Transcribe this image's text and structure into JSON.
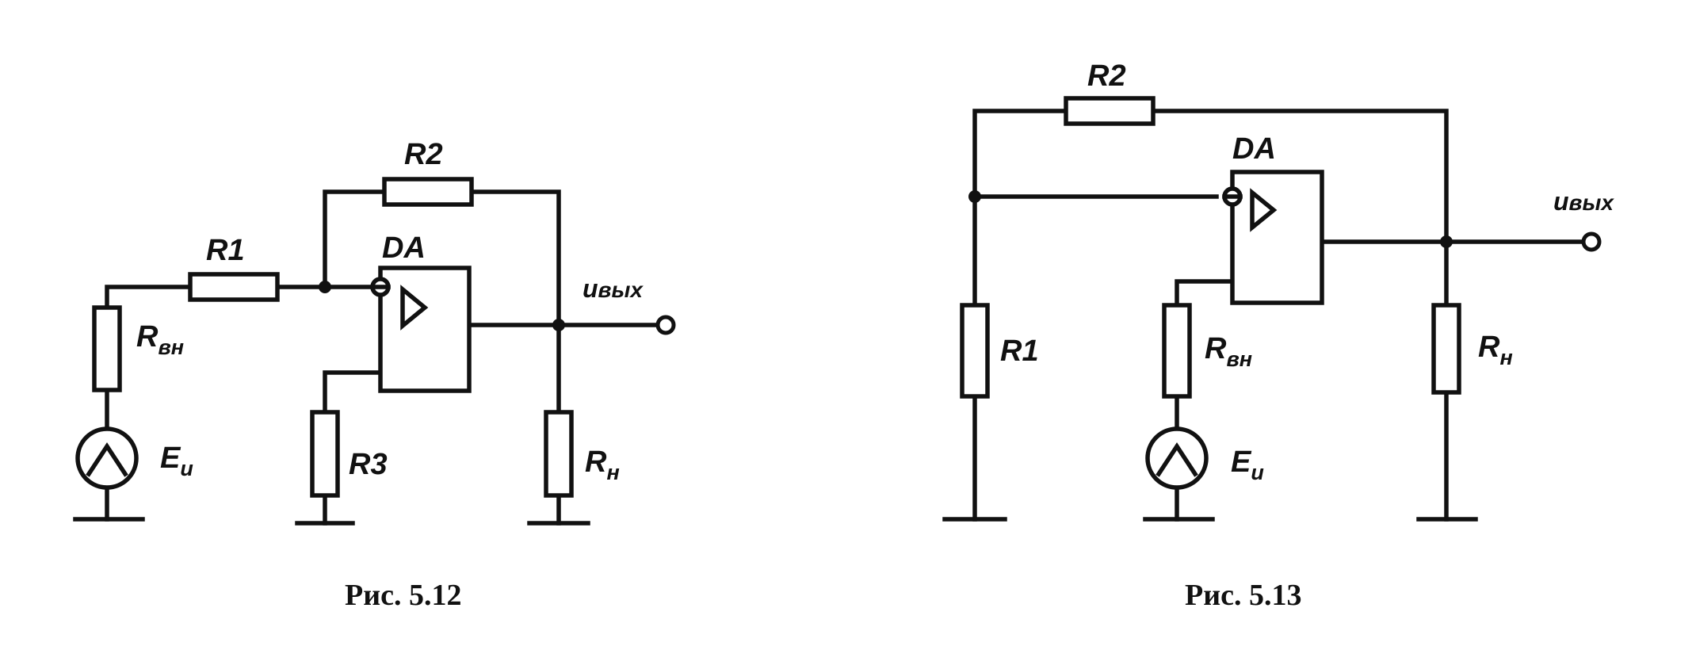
{
  "figures": [
    {
      "caption": "Рис. 5.12",
      "labels": {
        "r1": "R1",
        "r2": "R2",
        "r3": "R3",
        "rvn_main": "R",
        "rvn_sub": "вн",
        "rn_main": "R",
        "rn_sub": "н",
        "amp": "DA",
        "uout_main": "u",
        "uout_sub": "вых",
        "ei_main": "E",
        "ei_sub": "и"
      }
    },
    {
      "caption": "Рис. 5.13",
      "labels": {
        "r1": "R1",
        "r2": "R2",
        "rvn_main": "R",
        "rvn_sub": "вн",
        "rn_main": "R",
        "rn_sub": "н",
        "amp": "DA",
        "uout_main": "u",
        "uout_sub": "вых",
        "ei_main": "E",
        "ei_sub": "и"
      }
    }
  ]
}
